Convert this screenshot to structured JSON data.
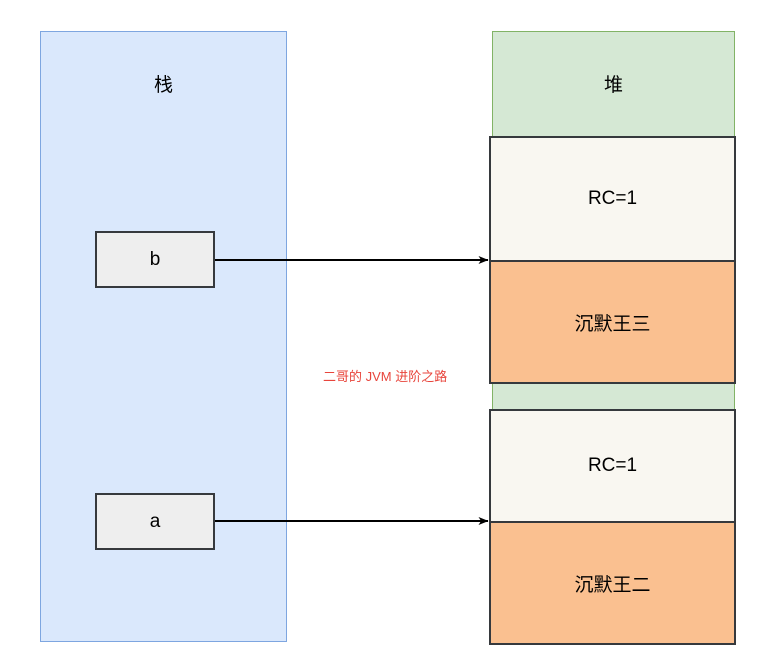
{
  "diagram": {
    "type": "jvm-reference-counting",
    "watermark": "二哥的 JVM 进阶之路",
    "watermark_color": "#e8453c",
    "stack": {
      "title": "栈",
      "fill": "#dae8fc",
      "stroke": "#7ea6e0",
      "variables": [
        {
          "label": "b",
          "fill": "#eeeeee",
          "stroke": "#36393d"
        },
        {
          "label": "a",
          "fill": "#eeeeee",
          "stroke": "#36393d"
        }
      ]
    },
    "heap": {
      "title": "堆",
      "fill": "#d5e8d4",
      "stroke": "#82b366",
      "objects": [
        {
          "ref_count_label": "RC=1",
          "name_label": "沉默王三",
          "rc_fill": "#f9f7f1",
          "name_fill": "#fac090",
          "stroke": "#36393d"
        },
        {
          "ref_count_label": "RC=1",
          "name_label": "沉默王二",
          "rc_fill": "#f9f7f1",
          "name_fill": "#fac090",
          "stroke": "#36393d"
        }
      ]
    },
    "arrows": [
      {
        "from": "b",
        "to": "沉默王三",
        "color": "#000000"
      },
      {
        "from": "a",
        "to": "沉默王二",
        "color": "#000000"
      }
    ]
  }
}
